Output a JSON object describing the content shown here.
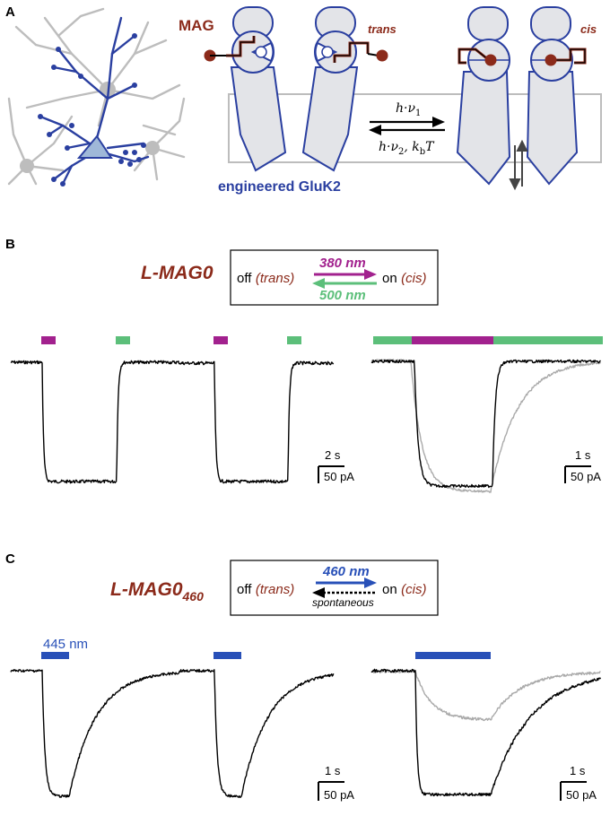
{
  "panels": {
    "a": {
      "letter": "A",
      "mag_label": "MAG",
      "trans_label": "trans",
      "cis_label": "cis",
      "receptor_label": "engineered GluK2",
      "forward_h": "h",
      "forward_nu": "·ν",
      "forward_sub": "1",
      "reverse_h": "h",
      "reverse_nu": "·ν",
      "reverse_sub": "2",
      "reverse_k": ", k",
      "reverse_ksub": "b",
      "reverse_T": "T"
    },
    "b": {
      "letter": "B",
      "compound": "L-MAG0",
      "off_label": "off",
      "off_state": "(trans)",
      "on_label": "on",
      "on_state": "(cis)",
      "wl_forward": "380 nm",
      "wl_reverse": "500 nm",
      "scale_left_time": "2 s",
      "scale_left_current": "50 pA",
      "scale_right_time": "1 s",
      "scale_right_current": "50 pA"
    },
    "c": {
      "letter": "C",
      "compound_main": "L-MAG0",
      "compound_sub": "460",
      "off_label": "off",
      "off_state": "(trans)",
      "on_label": "on",
      "on_state": "(cis)",
      "wl_forward": "460 nm",
      "reverse_note": "spontaneous",
      "stim_label": "445 nm",
      "scale_left_time": "1 s",
      "scale_left_current": "50 pA",
      "scale_right_time": "1 s",
      "scale_right_current": "50 pA"
    }
  },
  "colors": {
    "mag_red": "#8b2a1a",
    "glu_blue": "#2a3fa0",
    "uv_purple": "#a2218e",
    "green_light": "#5cbf7a",
    "blue_light": "#2850b8",
    "trace_black": "#000000",
    "trace_gray": "#aaaaaa"
  }
}
